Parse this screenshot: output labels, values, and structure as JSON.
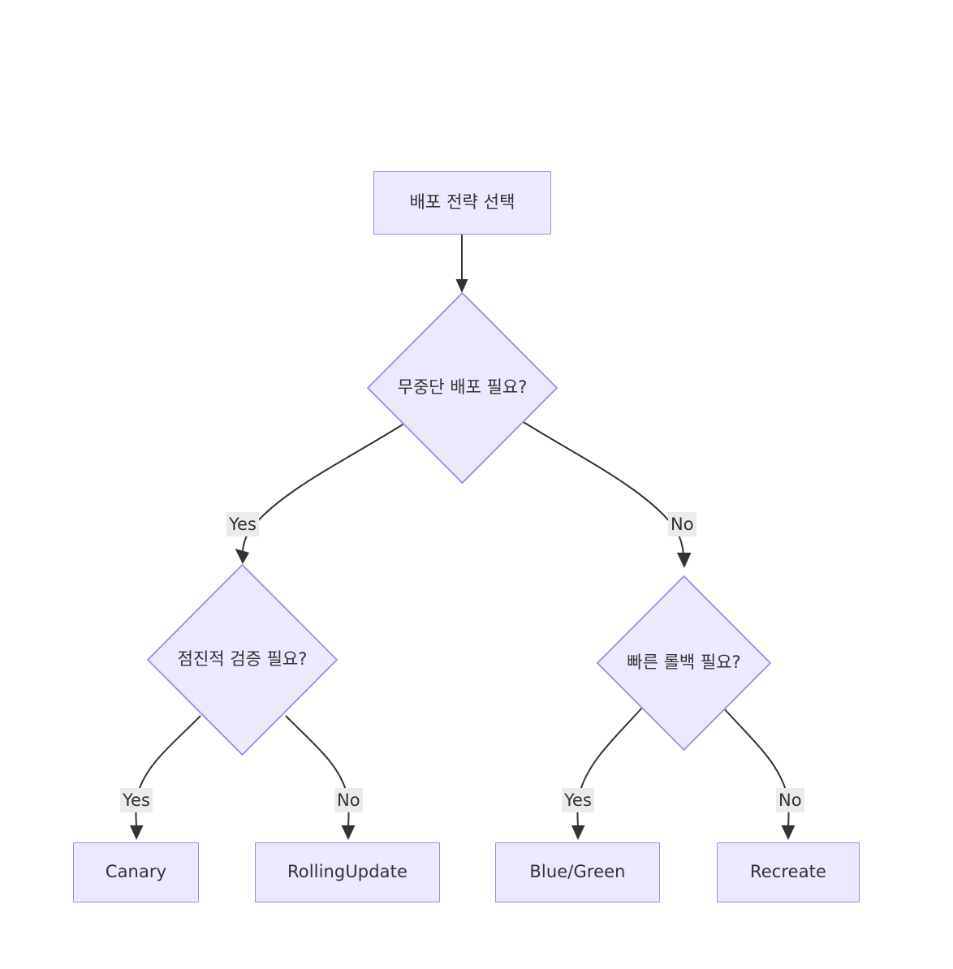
{
  "diagram": {
    "type": "flowchart",
    "direction": "top-down",
    "title": "배포 전략 선택",
    "theme": {
      "background": "#ffffff",
      "node_fill": "#ece8fd",
      "node_border": "#9d8ce0",
      "text_color": "#333333",
      "edge_stroke": "#333333",
      "edge_label_background": "#ebebeb"
    },
    "nodes": [
      {
        "id": "start",
        "shape": "rect",
        "label": "배포 전략 선택"
      },
      {
        "id": "d_zero",
        "shape": "diamond",
        "label": "무중단 배포 필요?"
      },
      {
        "id": "d_gradual",
        "shape": "diamond",
        "label": "점진적 검증 필요?"
      },
      {
        "id": "d_rollback",
        "shape": "diamond",
        "label": "빠른 롤백 필요?"
      },
      {
        "id": "canary",
        "shape": "rect",
        "label": "Canary"
      },
      {
        "id": "rolling",
        "shape": "rect",
        "label": "RollingUpdate"
      },
      {
        "id": "bluegreen",
        "shape": "rect",
        "label": "Blue/Green"
      },
      {
        "id": "recreate",
        "shape": "rect",
        "label": "Recreate"
      }
    ],
    "edges": [
      {
        "from": "start",
        "to": "d_zero",
        "label": ""
      },
      {
        "from": "d_zero",
        "to": "d_gradual",
        "label": "Yes"
      },
      {
        "from": "d_zero",
        "to": "d_rollback",
        "label": "No"
      },
      {
        "from": "d_gradual",
        "to": "canary",
        "label": "Yes"
      },
      {
        "from": "d_gradual",
        "to": "rolling",
        "label": "No"
      },
      {
        "from": "d_rollback",
        "to": "bluegreen",
        "label": "Yes"
      },
      {
        "from": "d_rollback",
        "to": "recreate",
        "label": "No"
      }
    ],
    "edge_labels": {
      "zero_yes": "Yes",
      "zero_no": "No",
      "gradual_yes": "Yes",
      "gradual_no": "No",
      "rollback_yes": "Yes",
      "rollback_no": "No"
    }
  }
}
